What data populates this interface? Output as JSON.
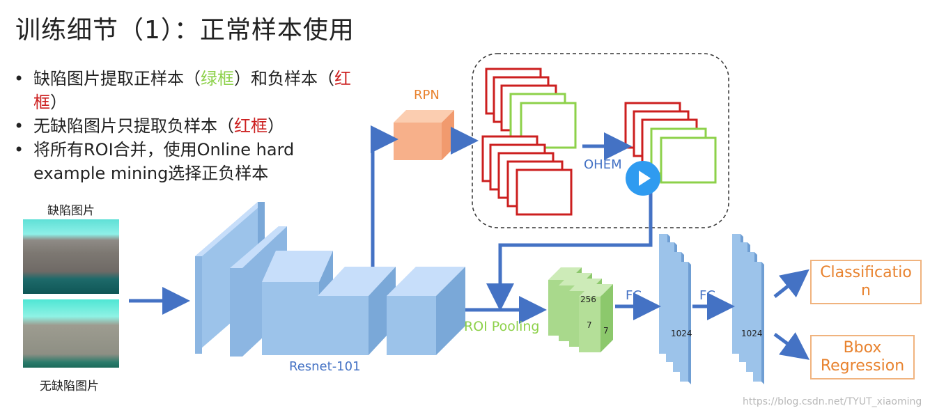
{
  "title": "训练细节（1）：正常样本使用",
  "bullets": [
    {
      "before": "缺陷图片提取正样本（",
      "highlight": "绿框",
      "after": "）和负样本（",
      "highlight2": "红框",
      "after2": "）"
    },
    {
      "before": "无缺陷图片只提取负样本（",
      "highlight": "红框",
      "after": "）"
    },
    {
      "text": "将所有ROI合并，使用Online hard example mining选择正负样本"
    }
  ],
  "images": {
    "defect_label": "缺陷图片",
    "normal_label": "无缺陷图片"
  },
  "labels": {
    "rpn": "RPN",
    "ohem": "OHEM",
    "backbone": "Resnet-101",
    "roi_pooling": "ROI Pooling",
    "fc1": "FC",
    "fc2": "FC",
    "fc1_dim": "1024",
    "fc2_dim": "1024",
    "pool_channels": "256",
    "pool_h": "7",
    "pool_w": "7"
  },
  "outputs": {
    "classification": "Classification",
    "bbox": "Bbox Regression"
  },
  "watermark": "https://blog.csdn.net/TYUT_xiaoming",
  "colors": {
    "arrow": "#4472c4",
    "box_red": "#cc1f1f",
    "box_green": "#8dd14a",
    "block": "#9cc3ea",
    "rpn": "#f7b08a",
    "pool": "#a9d98c",
    "output": "#e8822e"
  }
}
